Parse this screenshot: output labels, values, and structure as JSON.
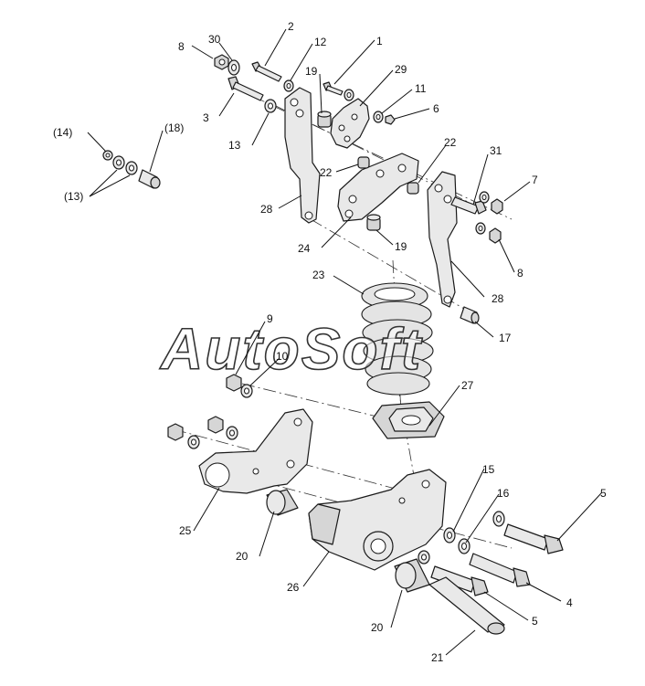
{
  "watermark": "AutoSoft",
  "callouts": {
    "c1": "1",
    "c2": "2",
    "c3": "3",
    "c4": "4",
    "c5a": "5",
    "c5b": "5",
    "c6": "6",
    "c7": "7",
    "c8a": "8",
    "c8b": "8",
    "c9": "9",
    "c10": "10",
    "c11": "11",
    "c12": "12",
    "c13": "13",
    "c13p": "(13)",
    "c14p": "(14)",
    "c15": "15",
    "c16": "16",
    "c17": "17",
    "c18p": "(18)",
    "c19a": "19",
    "c19b": "19",
    "c20a": "20",
    "c20b": "20",
    "c21": "21",
    "c22a": "22",
    "c22b": "22",
    "c23": "23",
    "c24": "24",
    "c25": "25",
    "c26": "26",
    "c27": "27",
    "c28a": "28",
    "c28b": "28",
    "c29": "29",
    "c30": "30",
    "c31": "31"
  }
}
